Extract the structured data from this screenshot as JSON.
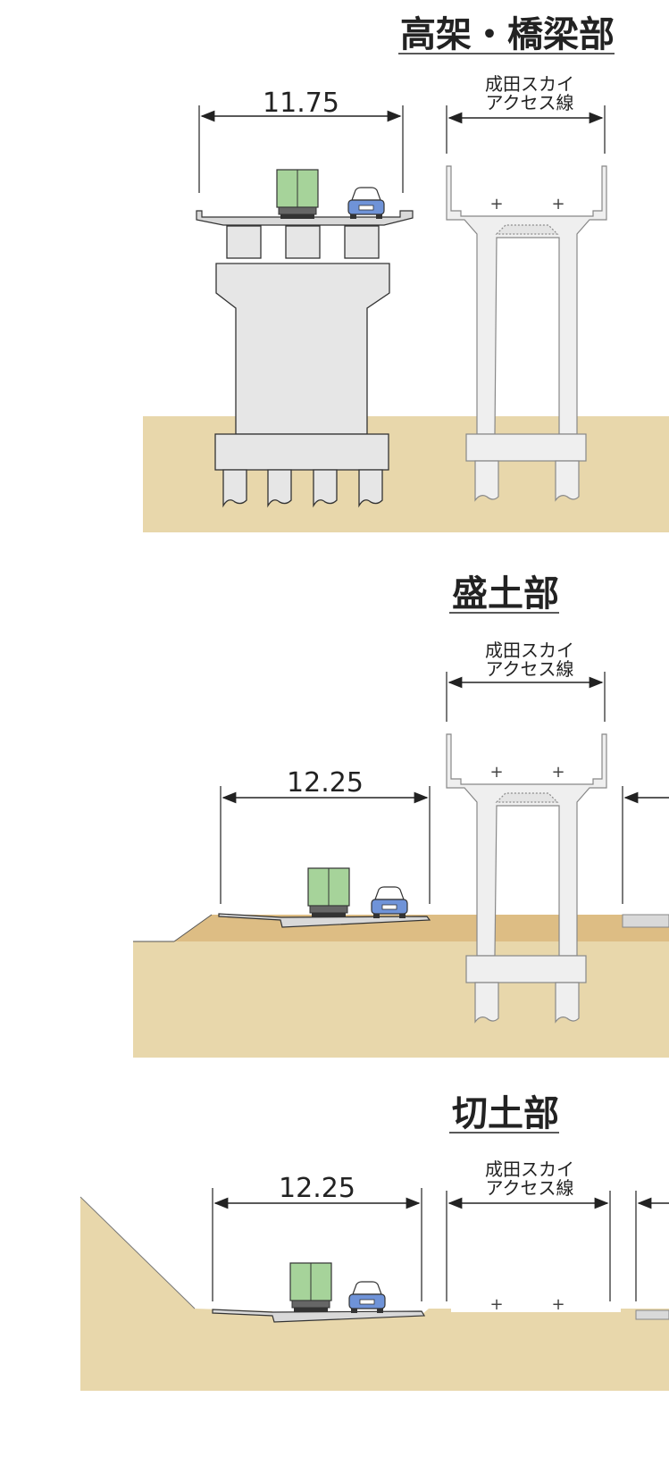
{
  "sections": [
    {
      "title": "高架・橋梁部",
      "road_width": "11.75",
      "rail_label_line1": "成田スカイ",
      "rail_label_line2": "アクセス線"
    },
    {
      "title": "盛土部",
      "road_width": "12.25",
      "rail_label_line1": "成田スカイ",
      "rail_label_line2": "アクセス線"
    },
    {
      "title": "切土部",
      "road_width": "12.25",
      "rail_label_line1": "成田スカイ",
      "rail_label_line2": "アクセス線"
    }
  ],
  "colors": {
    "ground": "#e8d7ab",
    "embankment": "#ddbd84",
    "concrete": "#e6e6e6",
    "truck": "#a6d39a",
    "car": "#6f93d8"
  }
}
